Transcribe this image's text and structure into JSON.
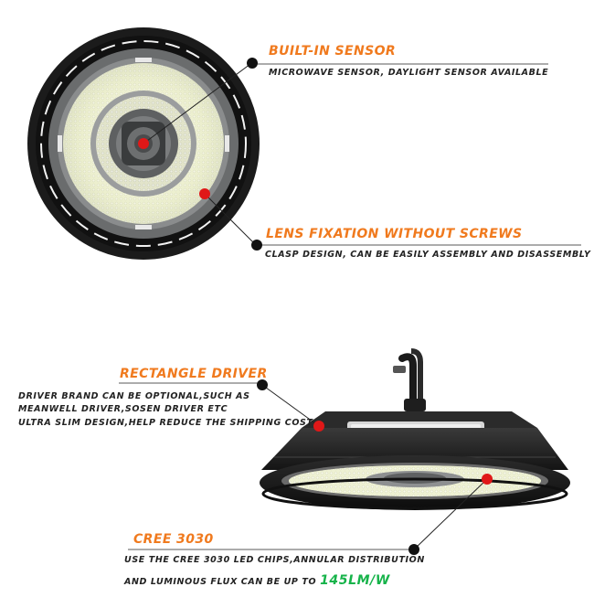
{
  "colors": {
    "title_orange": "#f07a1e",
    "highlight_green": "#16b34a",
    "marker_red": "#e01818",
    "body_dark": "#1f1f1f"
  },
  "features": {
    "builtin_sensor": {
      "title": "BUILT-IN SENSOR",
      "desc": "MICROWAVE SENSOR, DAYLIGHT SENSOR AVAILABLE"
    },
    "lens_fixation": {
      "title": "LENS FIXATION WITHOUT SCREWS",
      "desc": "CLASP DESIGN, CAN BE EASILY ASSEMBLY AND DISASSEMBLY"
    },
    "rectangle_driver": {
      "title": "RECTANGLE DRIVER",
      "desc_line1": "DRIVER BRAND CAN BE OPTIONAL,SUCH AS",
      "desc_line2": "MEANWELL DRIVER,SOSEN DRIVER ETC",
      "desc_line3": "ULTRA SLIM DESIGN,HELP REDUCE THE SHIPPING COST"
    },
    "cree_3030": {
      "title": "CREE 3030",
      "desc_line1": "USE THE CREE 3030 LED CHIPS,ANNULAR DISTRIBUTION",
      "desc_line2_prefix": "AND LUMINOUS FLUX CAN BE UP TO",
      "desc_highlight": "145LM/W"
    }
  }
}
